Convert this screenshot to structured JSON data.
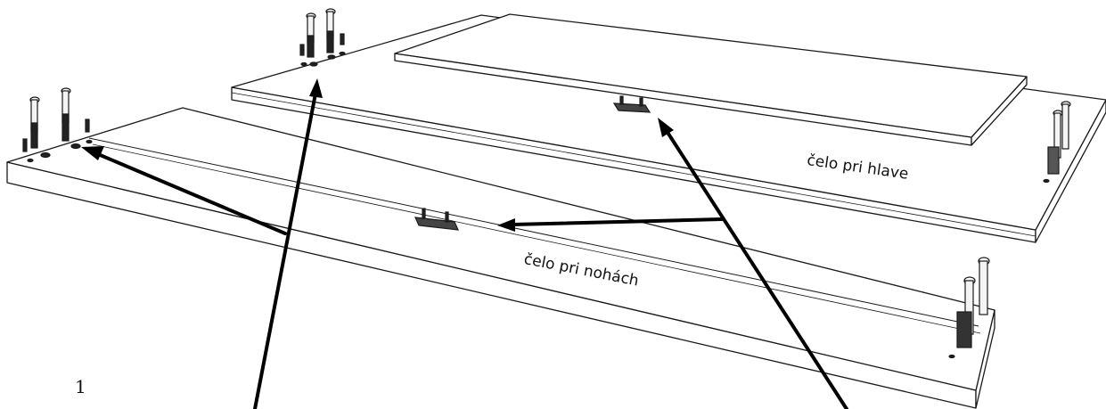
{
  "diagram": {
    "step_number": "1",
    "panels": [
      {
        "label": "čelo pri hlave"
      },
      {
        "label": "čelo pri nohách"
      }
    ],
    "colors": {
      "line": "#1a1a1a",
      "panel_fill": "#ffffff",
      "arrow": "#000000"
    }
  }
}
